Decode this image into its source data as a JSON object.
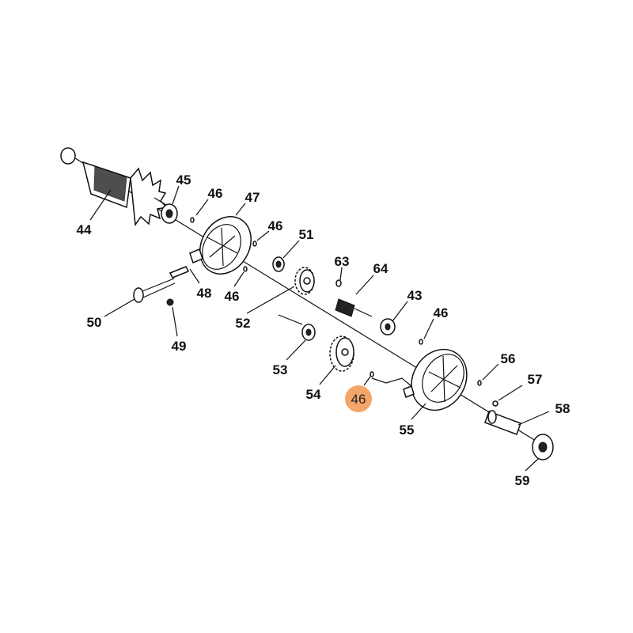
{
  "diagram": {
    "highlight_color": "#f4a66a",
    "highlighted_part": "46",
    "callouts": [
      "44",
      "45",
      "46",
      "47",
      "46",
      "51",
      "63",
      "64",
      "46",
      "48",
      "52",
      "50",
      "49",
      "43",
      "46",
      "53",
      "54",
      "55",
      "56",
      "57",
      "58",
      "59"
    ]
  }
}
